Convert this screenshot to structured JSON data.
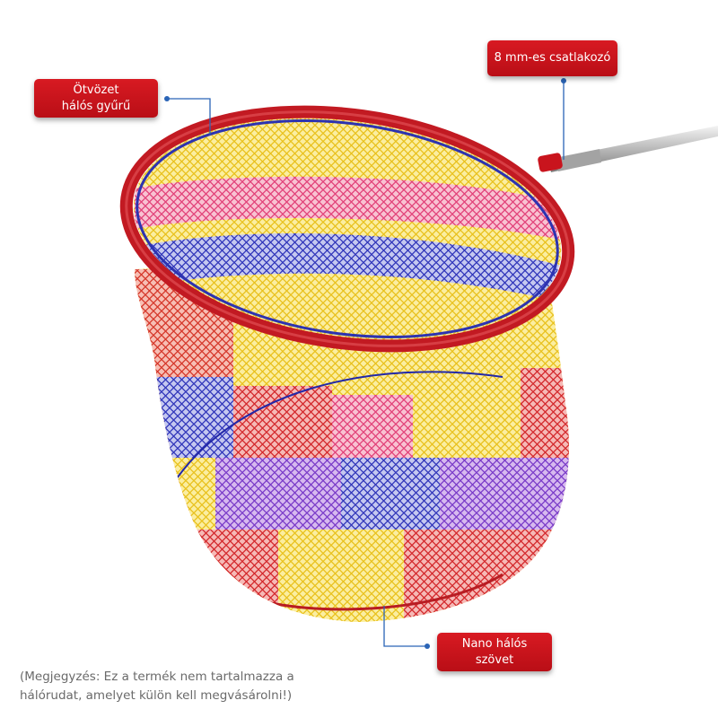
{
  "callouts": {
    "alloy_ring": {
      "line1": "Ötvözet",
      "line2": "hálós gyűrű"
    },
    "connector": {
      "text": "8 mm-es csatlakozó"
    },
    "nano_mesh": {
      "line1": "Nano hálós",
      "line2": "szövet"
    }
  },
  "note": {
    "line1": "(Megjegyzés: Ez a termék nem tartalmazza a",
    "line2": "hálórudat, amelyet külön kell megvásárolni!)"
  },
  "colors": {
    "label_red": "#c8121b",
    "leader_blue": "#2a64b6",
    "rim_red": "#c21a22",
    "mesh_yellow": "#f2d22a",
    "mesh_pink": "#e8457a",
    "mesh_blue": "#3a3fc0",
    "mesh_red": "#d82a2e"
  }
}
